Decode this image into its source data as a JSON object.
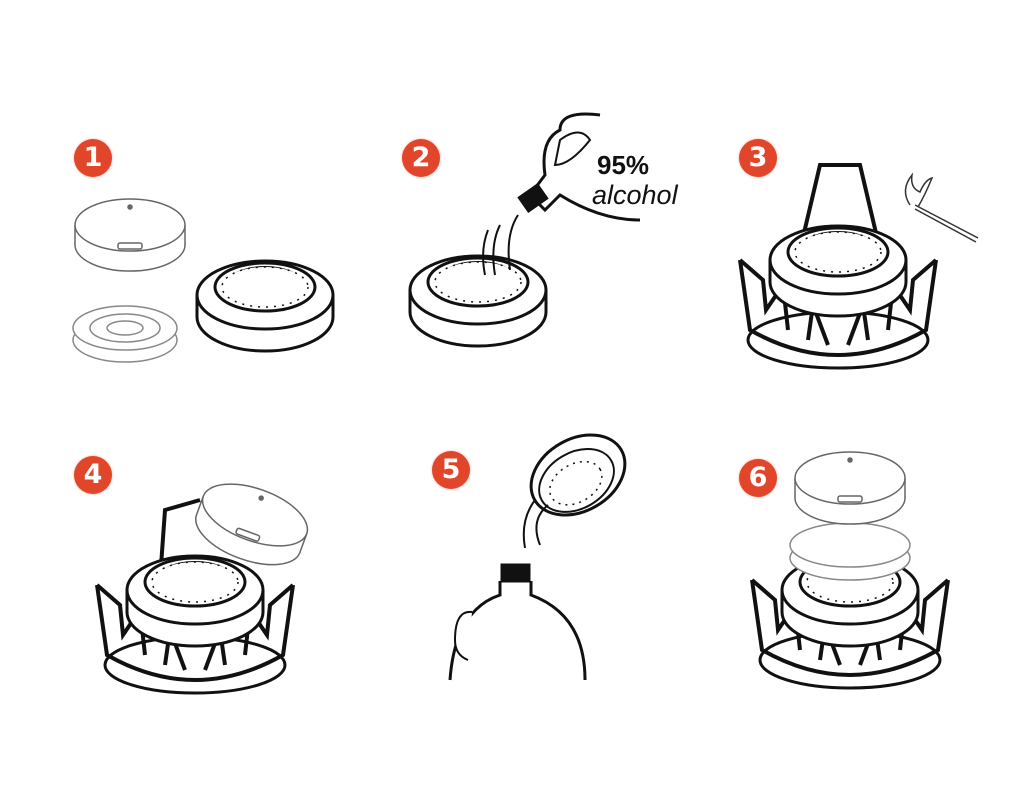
{
  "steps": [
    {
      "number": "1"
    },
    {
      "number": "2",
      "label_percent": "95%",
      "label_liquid": "alcohol"
    },
    {
      "number": "3"
    },
    {
      "number": "4"
    },
    {
      "number": "5"
    },
    {
      "number": "6"
    }
  ],
  "colors": {
    "badge": "#e2462a",
    "line": "#111111"
  }
}
